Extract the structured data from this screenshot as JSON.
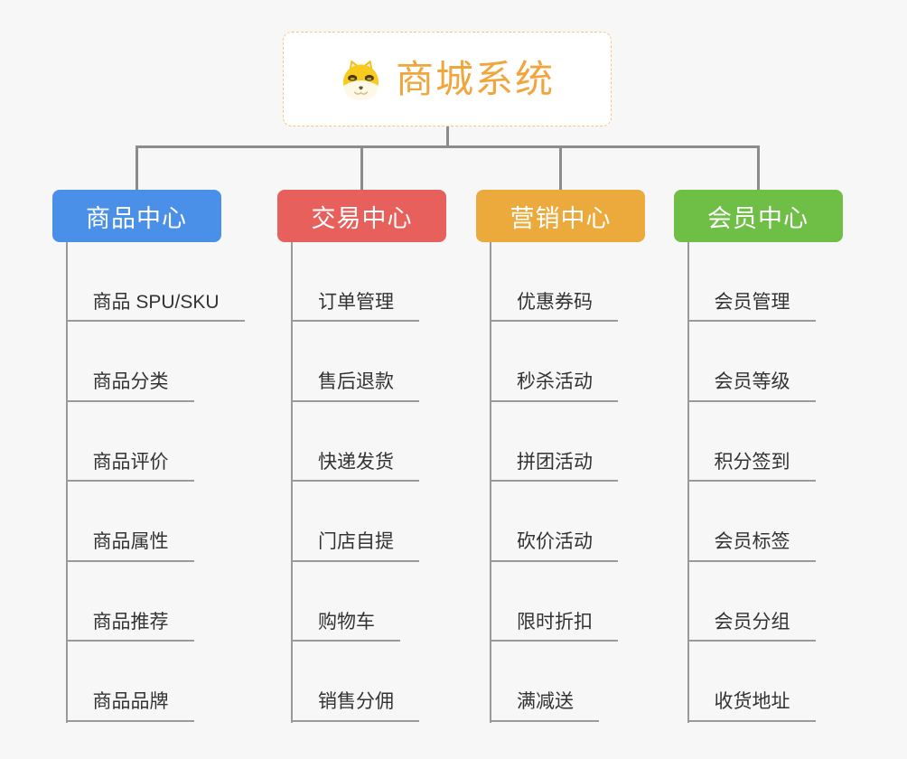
{
  "background": "#F7F7F7",
  "connector_color": "#8C8C8C",
  "line_color": "#9A9A9A",
  "root": {
    "title": "商城系统",
    "icon": "dog-logo-icon",
    "title_color": "#F0A63C",
    "border_color": "#F3C882",
    "fill": "#FFFFFF"
  },
  "branches": [
    {
      "label": "商品中心",
      "color": "#4B90E8",
      "children": [
        "商品 SPU/SKU",
        "商品分类",
        "商品评价",
        "商品属性",
        "商品推荐",
        "商品品牌"
      ]
    },
    {
      "label": "交易中心",
      "color": "#E8605C",
      "children": [
        "订单管理",
        "售后退款",
        "快递发货",
        "门店自提",
        "购物车",
        "销售分佣"
      ]
    },
    {
      "label": "营销中心",
      "color": "#ECAA3C",
      "children": [
        "优惠券码",
        "秒杀活动",
        "拼团活动",
        "砍价活动",
        "限时折扣",
        "满减送"
      ]
    },
    {
      "label": "会员中心",
      "color": "#6FBE45",
      "children": [
        "会员管理",
        "会员等级",
        "积分签到",
        "会员标签",
        "会员分组",
        "收货地址"
      ]
    }
  ]
}
